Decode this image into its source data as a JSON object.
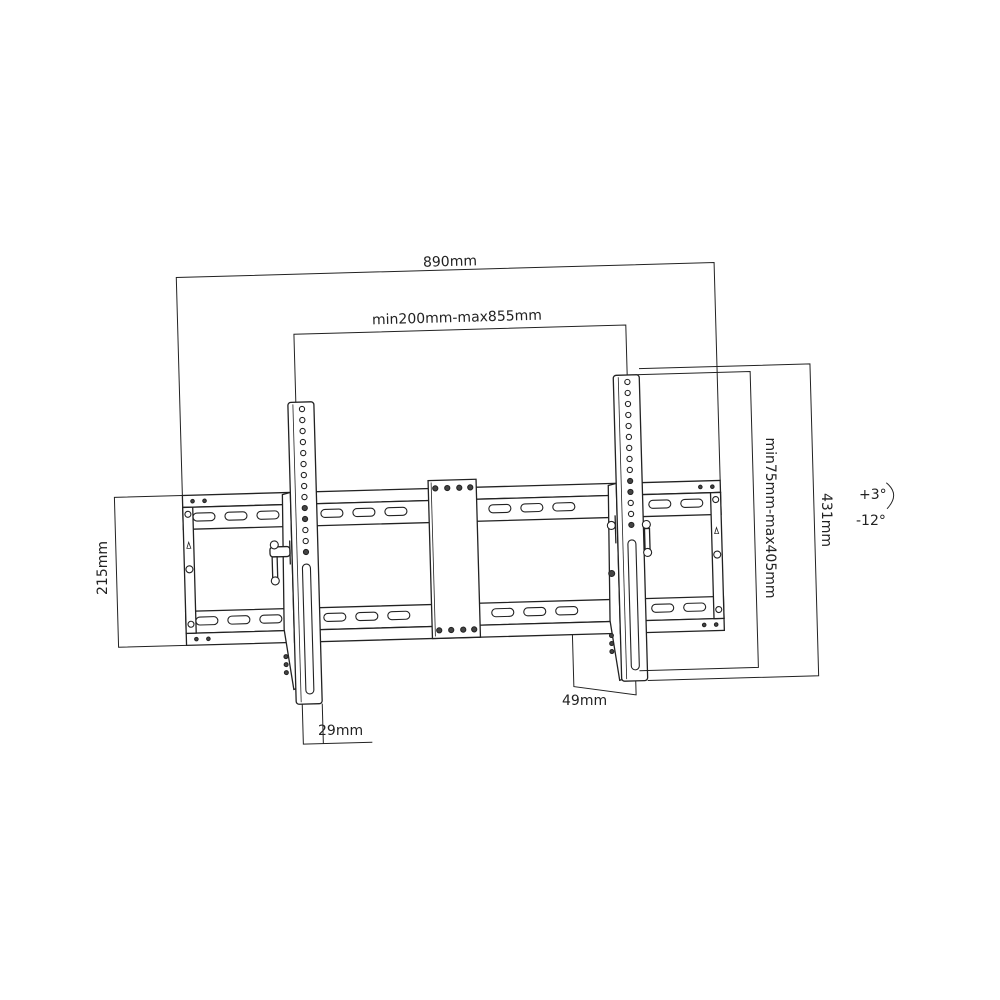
{
  "diagram": {
    "subject": "Tilting TV wall mount bracket — dimension drawing",
    "line_color": "#222222",
    "background": "#ffffff"
  },
  "dimensions": {
    "overall_width": "890mm",
    "vesa_horizontal": "min200mm-max855mm",
    "vesa_vertical": "min75mm-max405mm",
    "arm_height": "431mm",
    "plate_height": "215mm",
    "arm_width": "29mm",
    "wall_depth": "49mm"
  },
  "tilt": {
    "up": "+3°",
    "down": "-12°"
  }
}
